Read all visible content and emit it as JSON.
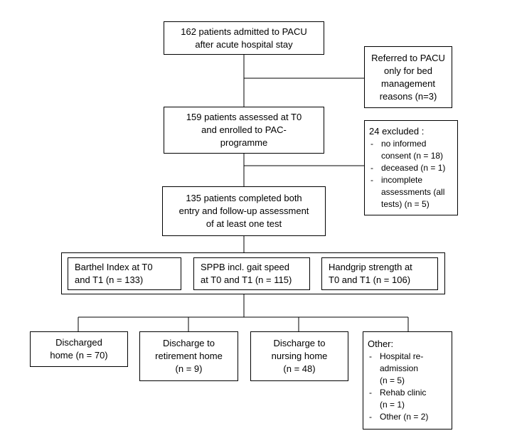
{
  "admitted": {
    "line1": "162 patients admitted to PACU",
    "line2": "after acute hospital stay"
  },
  "referred": {
    "line1": "Referred to PACU",
    "line2": "only for bed",
    "line3": "management",
    "line4": "reasons (n=3)"
  },
  "assessed": {
    "line1": "159 patients assessed at T0",
    "line2": "and enrolled to PAC-",
    "line3": "programme"
  },
  "excluded": {
    "title": "24 excluded :",
    "items": [
      {
        "line1": "no informed",
        "line2": "consent (n = 18)"
      },
      {
        "line1": "deceased (n = 1)"
      },
      {
        "line1": "incomplete",
        "line2": "assessments (all",
        "line3": "tests) (n = 5)"
      }
    ]
  },
  "completed": {
    "line1": "135 patients completed both",
    "line2": "entry and follow-up assessment",
    "line3": "of at least one test"
  },
  "tests": [
    {
      "line1": "Barthel Index at T0",
      "line2": "and T1 (n = 133)"
    },
    {
      "line1": "SPPB incl. gait speed",
      "line2": "at T0 and T1 (n = 115)"
    },
    {
      "line1": "Handgrip strength at",
      "line2": "T0 and T1 (n = 106)"
    }
  ],
  "outcomes": [
    {
      "line1": "Discharged",
      "line2": "home  (n = 70)"
    },
    {
      "line1": "Discharge to",
      "line2": "retirement  home",
      "line3": "(n = 9)"
    },
    {
      "line1": "Discharge to",
      "line2": "nursing home",
      "line3": "(n = 48)"
    }
  ],
  "other": {
    "title": "Other:",
    "items": [
      {
        "line1": "Hospital re-",
        "line2": "admission",
        "line3": "(n = 5)"
      },
      {
        "line1": "Rehab clinic",
        "line2": "(n = 1)"
      },
      {
        "line1": "Other (n = 2)"
      }
    ]
  }
}
